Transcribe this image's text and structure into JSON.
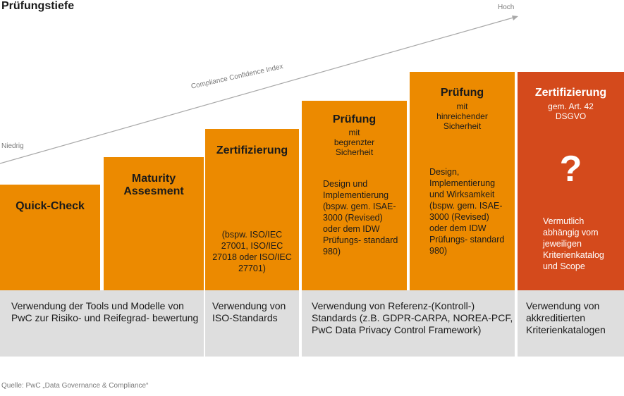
{
  "title": "Prüfungstiefe",
  "axis": {
    "low": "Niedrig",
    "high": "Hoch",
    "name": "Compliance Confidence Index"
  },
  "colors": {
    "orange": "#ec8a00",
    "red_orange": "#d44a1c",
    "grey_band": "#dedede",
    "arrow": "#a8a8a8"
  },
  "steps": [
    {
      "title": "Quick-Check"
    },
    {
      "title": "Maturity Assesment"
    },
    {
      "title": "Zertifizierung",
      "body": "(bspw. ISO/IEC 27001, ISO/IEC 27018 oder ISO/IEC 27701)"
    },
    {
      "title": "Prüfung",
      "sub": "mit begrenzter Sicherheit",
      "body": "Design und Implementierung (bspw. gem. ISAE-3000 (Revised) oder dem IDW Prüfungs- standard 980)"
    },
    {
      "title": "Prüfung",
      "sub": "mit hinreichender Sicherheit",
      "body": "Design, Implementierung und Wirksamkeit (bspw. gem. ISAE-3000 (Revised) oder dem IDW Prüfungs- standard 980)"
    },
    {
      "title": "Zertifizierung",
      "sub": "gem. Art. 42 DSGVO",
      "symbol": "?",
      "body": "Vermutlich abhängig vom jeweiligen Kriterienkatalog und Scope"
    }
  ],
  "usage": [
    "Verwendung der Tools und Modelle von PwC zur Risiko- und Reifegrad- bewertung",
    "Verwendung von ISO-Standards",
    "Verwendung von Referenz-(Kontroll-) Standards (z.B. GDPR-CARPA, NOREA-PCF, PwC Data Privacy Control Framework)",
    "Verwendung von akkreditierten Kriterienkatalogen"
  ],
  "source": "Quelle: PwC „Data Governance & Compliance“"
}
